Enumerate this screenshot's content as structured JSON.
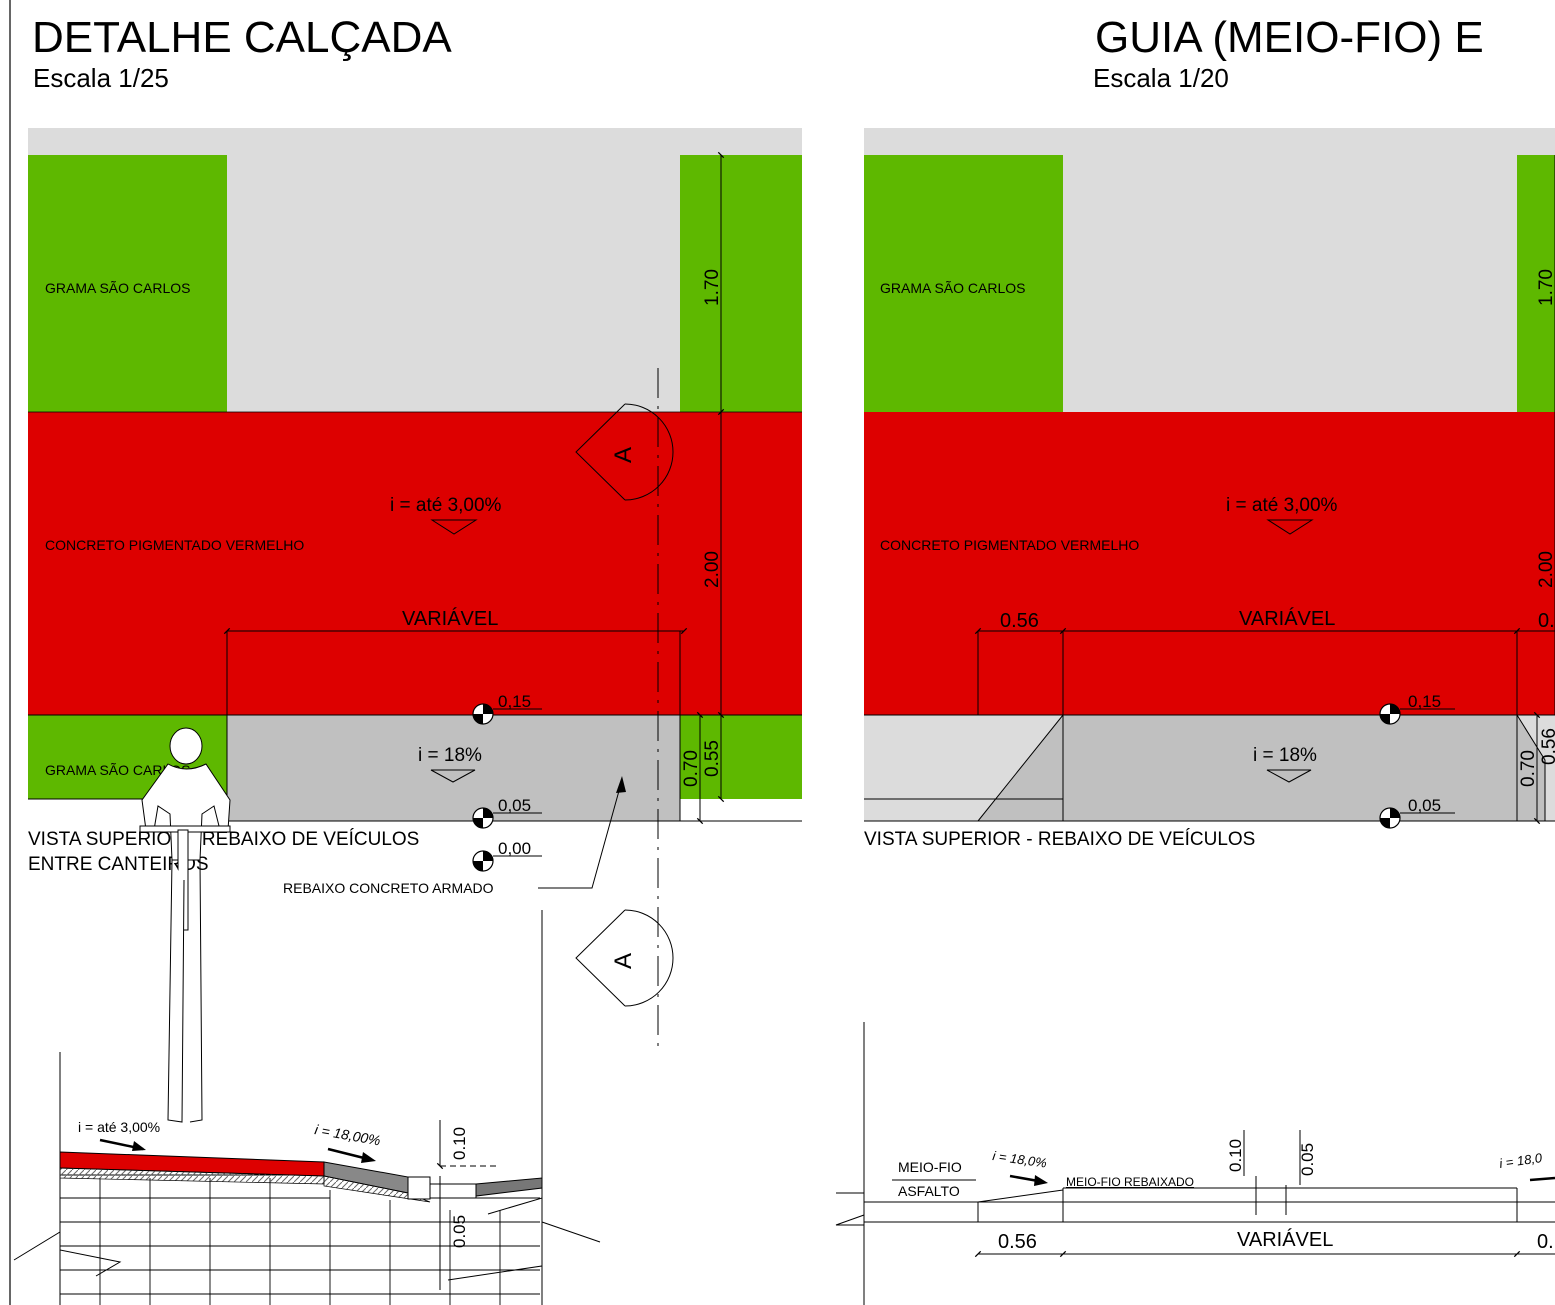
{
  "left": {
    "title": "DETALHE CALÇADA",
    "scale": "Escala 1/25",
    "grass_top": "GRAMA SÃO CARLOS",
    "grass_bottom": "GRAMA SÃO CARLOS",
    "concrete_label": "CONCRETO PIGMENTADO VERMELHO",
    "slope_sidewalk": "i = até 3,00%",
    "slope_ramp": "i = 18%",
    "dim_variable": "VARIÁVEL",
    "dim_170": "1.70",
    "dim_200": "2.00",
    "dim_070": "0.70",
    "dim_055": "0.55",
    "level_015": "0,15",
    "level_005": "0,05",
    "level_000": "0,00",
    "view_title_1": "VISTA SUPERIOR - REBAIXO DE VEÍCULOS",
    "view_title_2": "ENTRE CANTEIROS",
    "callout": "REBAIXO CONCRETO ARMADO",
    "section_mark": "A",
    "sec_slope_sidewalk": "i = até 3,00%",
    "sec_slope_ramp": "i = 18,00%",
    "sec_dim_010": "0.10",
    "sec_dim_005": "0.05"
  },
  "right": {
    "title": "GUIA (MEIO-FIO) E",
    "scale": "Escala 1/20",
    "grass_top": "GRAMA SÃO CARLOS",
    "concrete_label": "CONCRETO PIGMENTADO VERMELHO",
    "slope_sidewalk": "i = até 3,00%",
    "slope_ramp": "i = 18%",
    "dim_056": "0.56",
    "dim_variable": "VARIÁVEL",
    "dim_partial": "0.",
    "dim_170": "1.70",
    "dim_200": "2.00",
    "dim_070": "0.70",
    "dim_056v": "0.56",
    "level_015": "0,15",
    "level_005": "0,05",
    "view_title": "VISTA SUPERIOR - REBAIXO DE VEÍCULOS",
    "sec_meio_fio": "MEIO-FIO",
    "sec_asfalto": "ASFALTO",
    "sec_rebaixado": "MEIO-FIO REBAIXADO",
    "sec_slope": "i = 18,0%",
    "sec_slope_partial": "i = 18,0",
    "sec_dim_010": "0.10",
    "sec_dim_005": "0.05",
    "sec_dim_056": "0.56",
    "sec_dim_variable": "VARIÁVEL",
    "sec_dim_partial": "0."
  },
  "colors": {
    "grass": "#5eb800",
    "concrete": "#dd0000",
    "paving": "#dcdcdc",
    "ramp": "#c0c0c0"
  }
}
